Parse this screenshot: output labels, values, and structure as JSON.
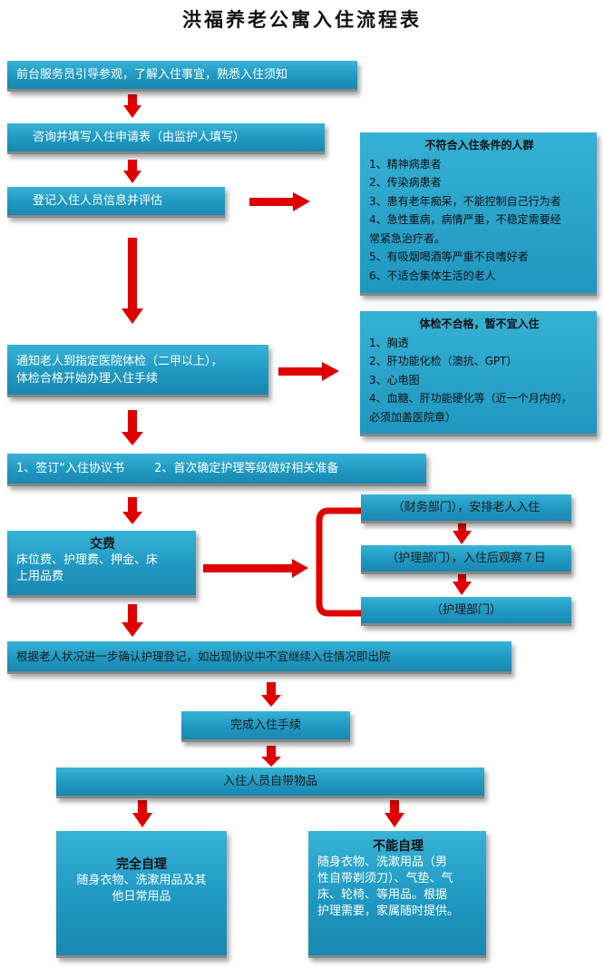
{
  "title": "洪福养老公寓入住流程表",
  "colors": {
    "box": "#1f98c2",
    "arrow": "#e00000"
  },
  "steps": {
    "s1": "前台服务员引导参观，了解入住事宜，熟悉入住须知",
    "s2": "咨询并填写入住申请表（由监护人填写）",
    "s3": "登记入住人员信息并评估",
    "s4": [
      "通知老人到指定医院体检（二甲以上），",
      "体检合格开始办理入住手续"
    ],
    "s5": "1、签订“入住协议书        2、首次确定护理等级做好相关准备",
    "s6": {
      "title": "交费",
      "lines": [
        "床位费、护理费、押金、床",
        "上用品费"
      ]
    },
    "s7": "根据老人状况进一步确认护理登记，如出现协议中不宜继续入住情况即出院",
    "s8": "完成入住手续",
    "s9": "入住人员自带物品"
  },
  "exclusion": {
    "header": "不符合入住条件的人群",
    "items": [
      "1、精神病患者",
      "2、传染病患者",
      "3、患有老年痴呆，不能控制自己行为者",
      "4、急性重病，病情严重，不稳定需要经",
      "常紧急治疗者。",
      "5、有吸烟喝酒等严重不良嗜好者",
      "6、不适合集体生活的老人"
    ]
  },
  "checkup": {
    "header": "体检不合格，暂不宜入住",
    "items": [
      "1、胸透",
      "2、肝功能化检（澳抗、GPT）",
      "3、心电图",
      "4、血糖、肝功能硬化等（近一个月内的，",
      "必须加盖医院章）"
    ]
  },
  "departments": [
    "（财务部门），安排老人入住",
    "（护理部门），入住后观察７日",
    "（护理部门）"
  ],
  "self_care": {
    "title": "完全自理",
    "lines": [
      "随身衣物、洗漱用品及其",
      "他日常用品"
    ]
  },
  "not_self_care": {
    "title": "不能自理",
    "lines": [
      "随身衣物、洗漱用品（男",
      "性自带剃须刀）、气垫、气",
      "床、轮椅、等用品。根据",
      "护理需要，家属随时提供。"
    ]
  }
}
